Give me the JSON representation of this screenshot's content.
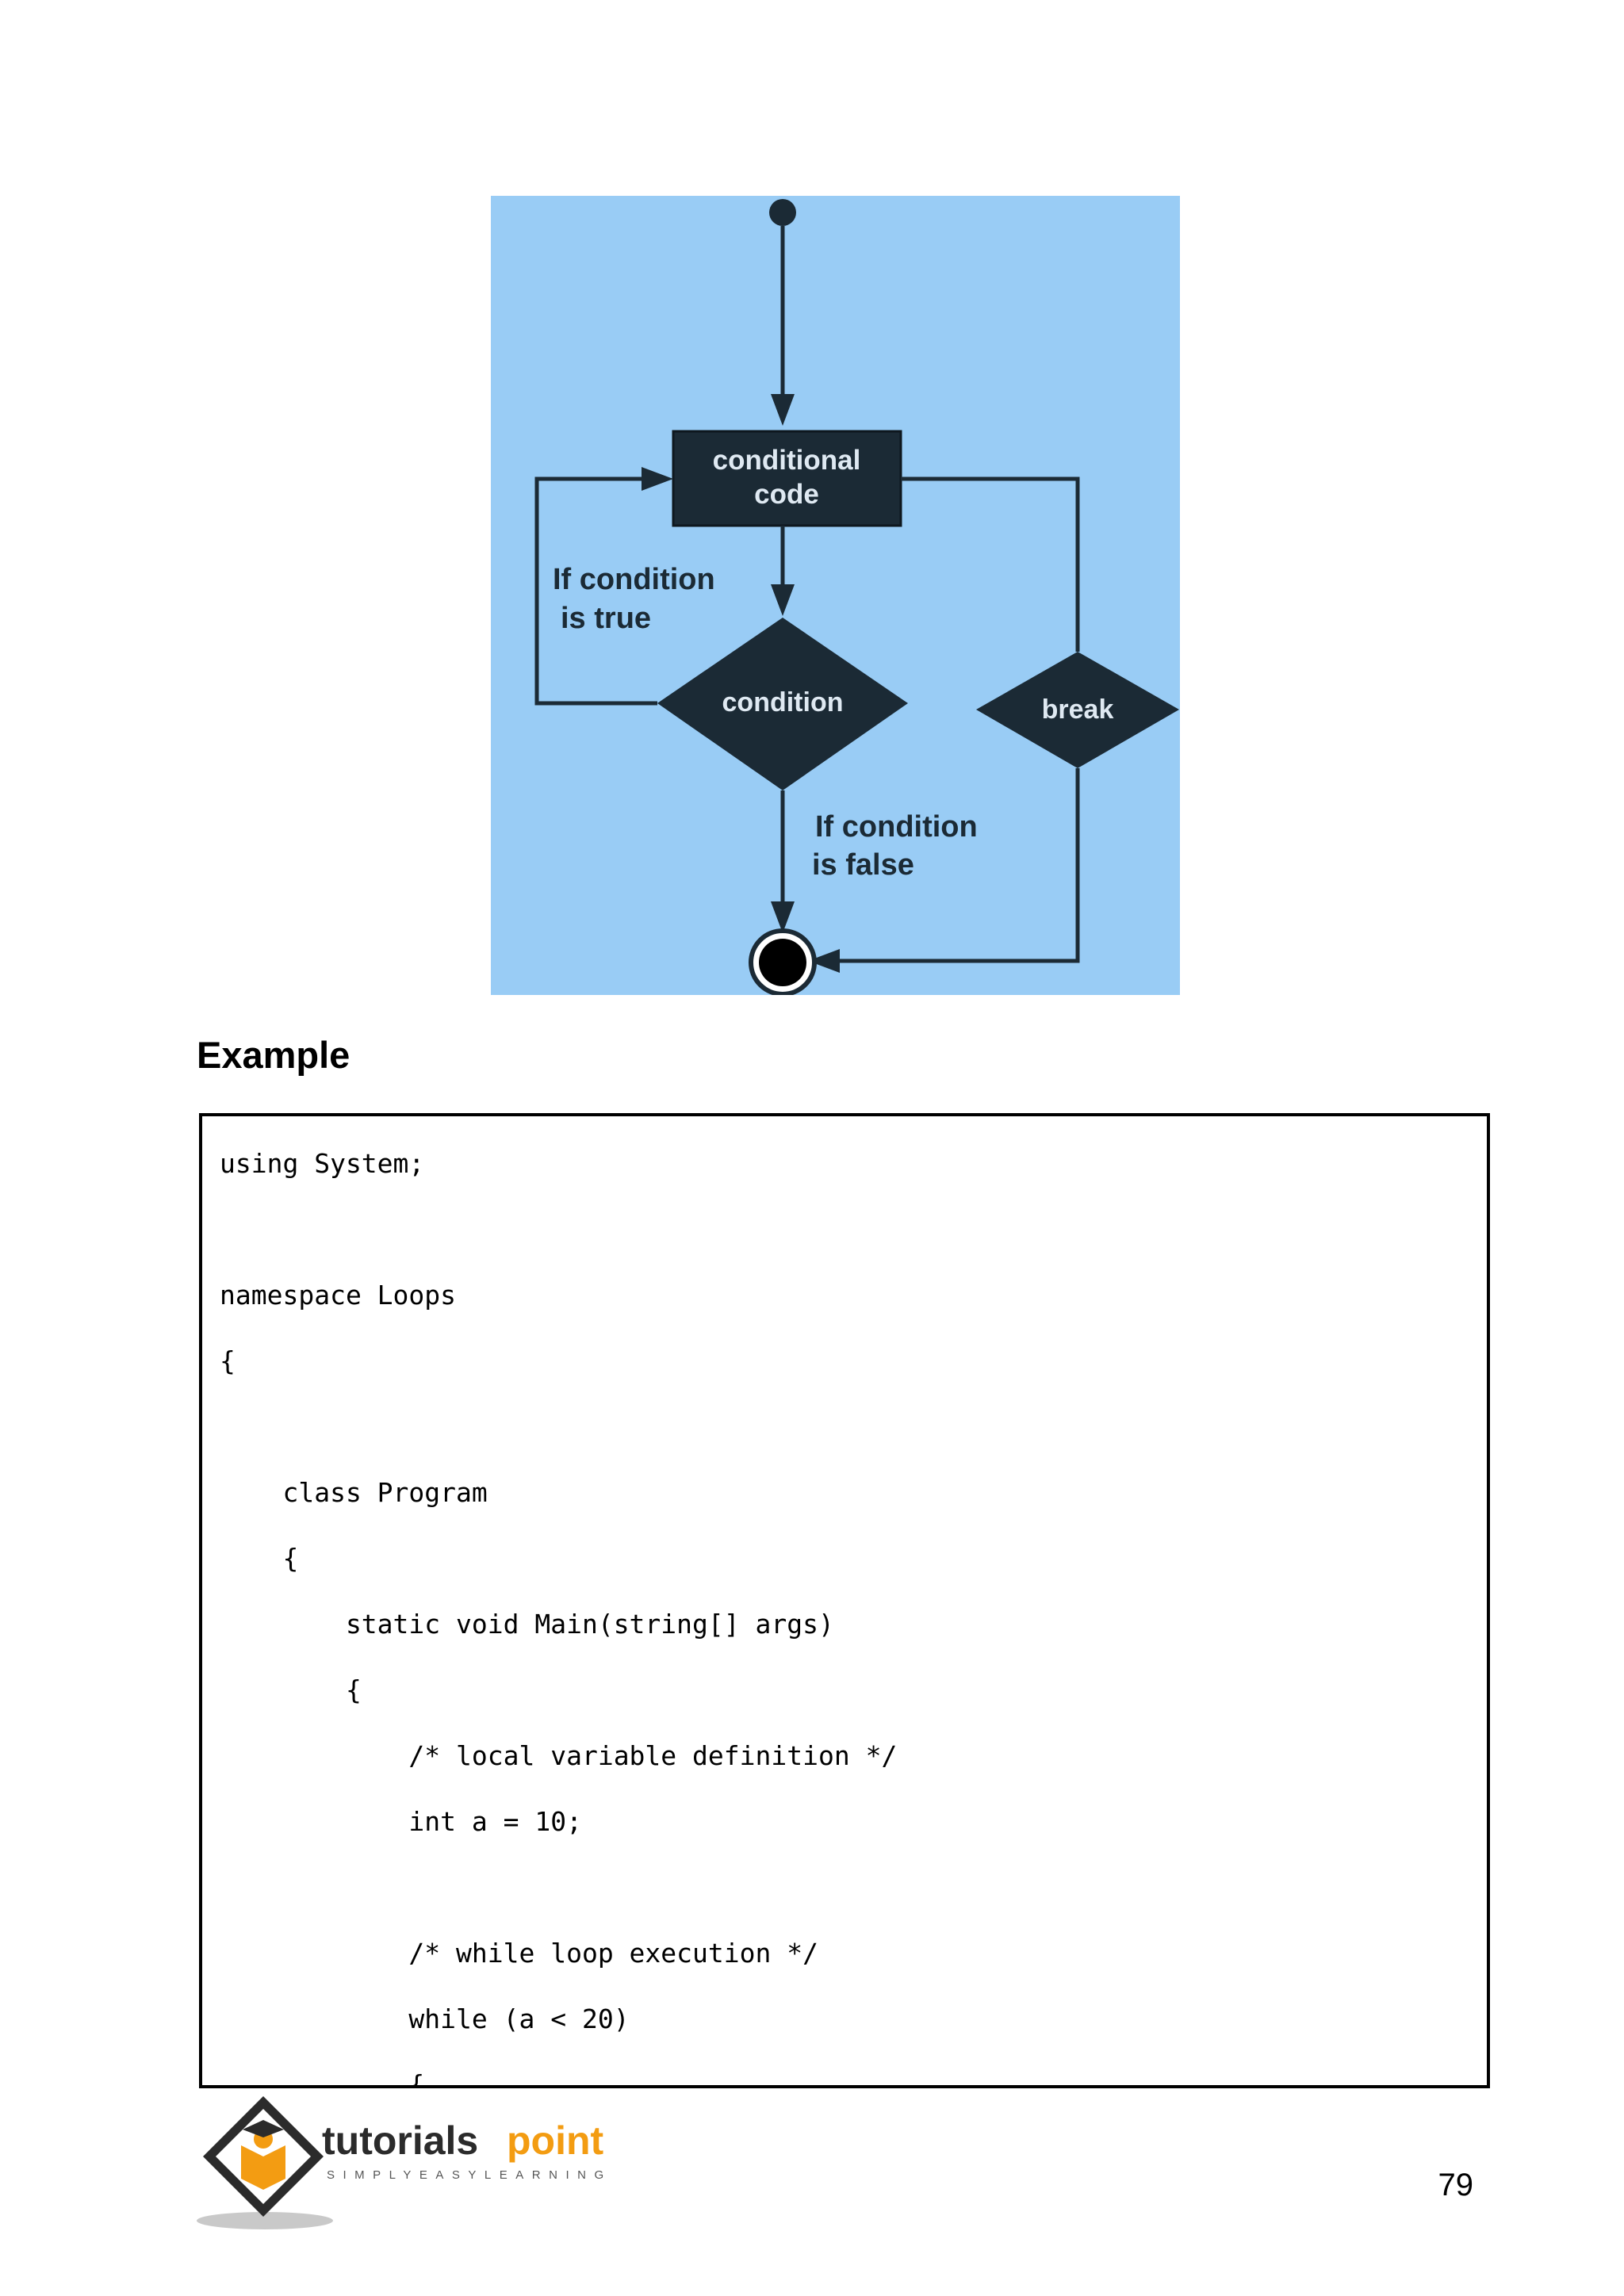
{
  "flowchart": {
    "background": "#99ccf5",
    "node_color": "#1b2a35",
    "box_label_line1": "conditional",
    "box_label_line2": "code",
    "decision_label": "condition",
    "break_label": "break",
    "true_label_line1": "If condition",
    "true_label_line2": "is true",
    "false_label_line1": "If condition",
    "false_label_line2": "is false"
  },
  "heading": "Example",
  "code": "using System;\n\nnamespace Loops\n{\n\n    class Program\n    {\n        static void Main(string[] args)\n        {\n            /* local variable definition */\n            int a = 10;\n\n            /* while loop execution */\n            while (a < 20)\n            {",
  "footer": {
    "logo_text_dark": "tutorials",
    "logo_text_accent": "point",
    "logo_tagline": "SIMPLYEASYLEARNING",
    "page_number": "79"
  }
}
